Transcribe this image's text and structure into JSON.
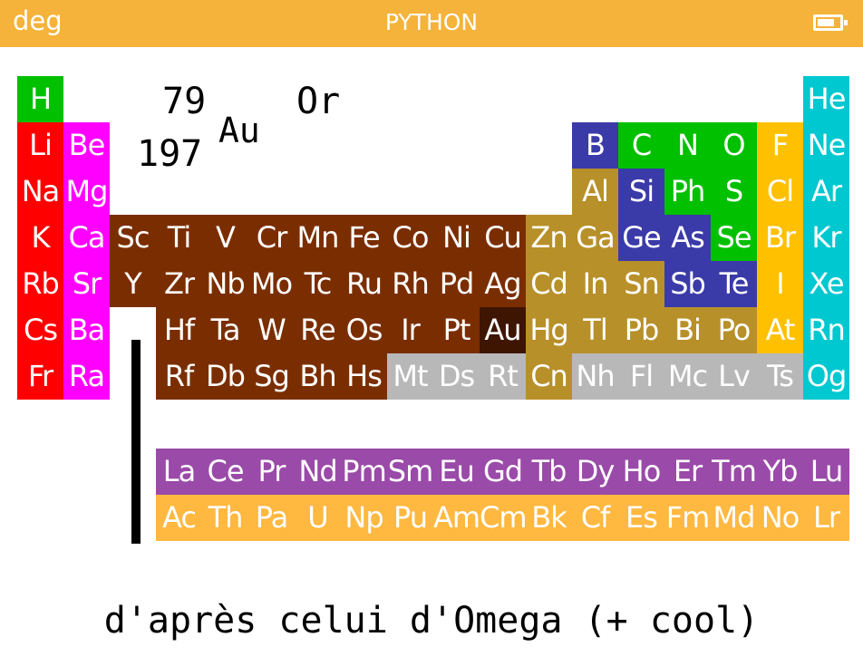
{
  "status_bar": {
    "mode": "deg",
    "title": "PYTHON"
  },
  "colors": {
    "top_bar": "#f5b33b",
    "alkali": "#ff0000",
    "alkaline_earth": "#ff00ff",
    "transition": "#7a2e00",
    "post_transition": "#b8902a",
    "metalloid": "#3a3aa8",
    "nonmetal": "#00c000",
    "halogen": "#ffc000",
    "noble_gas": "#00c8d0",
    "unknown": "#b8b8b8",
    "lanthanide": "#9a4aa8",
    "actinide": "#ffb840",
    "selected": "#3d1500"
  },
  "selected_element": {
    "number": "79",
    "mass": "197",
    "symbol": "Au",
    "name": "Or"
  },
  "elements": [
    {
      "sym": "H",
      "cat": "nonmetal",
      "row": 0,
      "col": 0
    },
    {
      "sym": "He",
      "cat": "noble_gas",
      "row": 0,
      "col": 17
    },
    {
      "sym": "Li",
      "cat": "alkali",
      "row": 1,
      "col": 0
    },
    {
      "sym": "Be",
      "cat": "alkaline_earth",
      "row": 1,
      "col": 1
    },
    {
      "sym": "B",
      "cat": "metalloid",
      "row": 1,
      "col": 12
    },
    {
      "sym": "C",
      "cat": "nonmetal",
      "row": 1,
      "col": 13
    },
    {
      "sym": "N",
      "cat": "nonmetal",
      "row": 1,
      "col": 14
    },
    {
      "sym": "O",
      "cat": "nonmetal",
      "row": 1,
      "col": 15
    },
    {
      "sym": "F",
      "cat": "halogen",
      "row": 1,
      "col": 16
    },
    {
      "sym": "Ne",
      "cat": "noble_gas",
      "row": 1,
      "col": 17
    },
    {
      "sym": "Na",
      "cat": "alkali",
      "row": 2,
      "col": 0
    },
    {
      "sym": "Mg",
      "cat": "alkaline_earth",
      "row": 2,
      "col": 1
    },
    {
      "sym": "Al",
      "cat": "post_transition",
      "row": 2,
      "col": 12
    },
    {
      "sym": "Si",
      "cat": "metalloid",
      "row": 2,
      "col": 13
    },
    {
      "sym": "Ph",
      "cat": "nonmetal",
      "row": 2,
      "col": 14
    },
    {
      "sym": "S",
      "cat": "nonmetal",
      "row": 2,
      "col": 15
    },
    {
      "sym": "Cl",
      "cat": "halogen",
      "row": 2,
      "col": 16
    },
    {
      "sym": "Ar",
      "cat": "noble_gas",
      "row": 2,
      "col": 17
    },
    {
      "sym": "K",
      "cat": "alkali",
      "row": 3,
      "col": 0
    },
    {
      "sym": "Ca",
      "cat": "alkaline_earth",
      "row": 3,
      "col": 1
    },
    {
      "sym": "Sc",
      "cat": "transition",
      "row": 3,
      "col": 2
    },
    {
      "sym": "Ti",
      "cat": "transition",
      "row": 3,
      "col": 3
    },
    {
      "sym": "V",
      "cat": "transition",
      "row": 3,
      "col": 4
    },
    {
      "sym": "Cr",
      "cat": "transition",
      "row": 3,
      "col": 5
    },
    {
      "sym": "Mn",
      "cat": "transition",
      "row": 3,
      "col": 6
    },
    {
      "sym": "Fe",
      "cat": "transition",
      "row": 3,
      "col": 7
    },
    {
      "sym": "Co",
      "cat": "transition",
      "row": 3,
      "col": 8
    },
    {
      "sym": "Ni",
      "cat": "transition",
      "row": 3,
      "col": 9
    },
    {
      "sym": "Cu",
      "cat": "transition",
      "row": 3,
      "col": 10
    },
    {
      "sym": "Zn",
      "cat": "post_transition",
      "row": 3,
      "col": 11
    },
    {
      "sym": "Ga",
      "cat": "post_transition",
      "row": 3,
      "col": 12
    },
    {
      "sym": "Ge",
      "cat": "metalloid",
      "row": 3,
      "col": 13
    },
    {
      "sym": "As",
      "cat": "metalloid",
      "row": 3,
      "col": 14
    },
    {
      "sym": "Se",
      "cat": "nonmetal",
      "row": 3,
      "col": 15
    },
    {
      "sym": "Br",
      "cat": "halogen",
      "row": 3,
      "col": 16
    },
    {
      "sym": "Kr",
      "cat": "noble_gas",
      "row": 3,
      "col": 17
    },
    {
      "sym": "Rb",
      "cat": "alkali",
      "row": 4,
      "col": 0
    },
    {
      "sym": "Sr",
      "cat": "alkaline_earth",
      "row": 4,
      "col": 1
    },
    {
      "sym": "Y",
      "cat": "transition",
      "row": 4,
      "col": 2
    },
    {
      "sym": "Zr",
      "cat": "transition",
      "row": 4,
      "col": 3
    },
    {
      "sym": "Nb",
      "cat": "transition",
      "row": 4,
      "col": 4
    },
    {
      "sym": "Mo",
      "cat": "transition",
      "row": 4,
      "col": 5
    },
    {
      "sym": "Tc",
      "cat": "transition",
      "row": 4,
      "col": 6
    },
    {
      "sym": "Ru",
      "cat": "transition",
      "row": 4,
      "col": 7
    },
    {
      "sym": "Rh",
      "cat": "transition",
      "row": 4,
      "col": 8
    },
    {
      "sym": "Pd",
      "cat": "transition",
      "row": 4,
      "col": 9
    },
    {
      "sym": "Ag",
      "cat": "transition",
      "row": 4,
      "col": 10
    },
    {
      "sym": "Cd",
      "cat": "post_transition",
      "row": 4,
      "col": 11
    },
    {
      "sym": "In",
      "cat": "post_transition",
      "row": 4,
      "col": 12
    },
    {
      "sym": "Sn",
      "cat": "post_transition",
      "row": 4,
      "col": 13
    },
    {
      "sym": "Sb",
      "cat": "metalloid",
      "row": 4,
      "col": 14
    },
    {
      "sym": "Te",
      "cat": "metalloid",
      "row": 4,
      "col": 15
    },
    {
      "sym": "I",
      "cat": "halogen",
      "row": 4,
      "col": 16
    },
    {
      "sym": "Xe",
      "cat": "noble_gas",
      "row": 4,
      "col": 17
    },
    {
      "sym": "Cs",
      "cat": "alkali",
      "row": 5,
      "col": 0
    },
    {
      "sym": "Ba",
      "cat": "alkaline_earth",
      "row": 5,
      "col": 1
    },
    {
      "sym": "Hf",
      "cat": "transition",
      "row": 5,
      "col": 3
    },
    {
      "sym": "Ta",
      "cat": "transition",
      "row": 5,
      "col": 4
    },
    {
      "sym": "W",
      "cat": "transition",
      "row": 5,
      "col": 5
    },
    {
      "sym": "Re",
      "cat": "transition",
      "row": 5,
      "col": 6
    },
    {
      "sym": "Os",
      "cat": "transition",
      "row": 5,
      "col": 7
    },
    {
      "sym": "Ir",
      "cat": "transition",
      "row": 5,
      "col": 8
    },
    {
      "sym": "Pt",
      "cat": "transition",
      "row": 5,
      "col": 9
    },
    {
      "sym": "Au",
      "cat": "selected",
      "row": 5,
      "col": 10
    },
    {
      "sym": "Hg",
      "cat": "post_transition",
      "row": 5,
      "col": 11
    },
    {
      "sym": "Tl",
      "cat": "post_transition",
      "row": 5,
      "col": 12
    },
    {
      "sym": "Pb",
      "cat": "post_transition",
      "row": 5,
      "col": 13
    },
    {
      "sym": "Bi",
      "cat": "post_transition",
      "row": 5,
      "col": 14
    },
    {
      "sym": "Po",
      "cat": "post_transition",
      "row": 5,
      "col": 15
    },
    {
      "sym": "At",
      "cat": "halogen",
      "row": 5,
      "col": 16
    },
    {
      "sym": "Rn",
      "cat": "noble_gas",
      "row": 5,
      "col": 17
    },
    {
      "sym": "Fr",
      "cat": "alkali",
      "row": 6,
      "col": 0
    },
    {
      "sym": "Ra",
      "cat": "alkaline_earth",
      "row": 6,
      "col": 1
    },
    {
      "sym": "Rf",
      "cat": "transition",
      "row": 6,
      "col": 3
    },
    {
      "sym": "Db",
      "cat": "transition",
      "row": 6,
      "col": 4
    },
    {
      "sym": "Sg",
      "cat": "transition",
      "row": 6,
      "col": 5
    },
    {
      "sym": "Bh",
      "cat": "transition",
      "row": 6,
      "col": 6
    },
    {
      "sym": "Hs",
      "cat": "transition",
      "row": 6,
      "col": 7
    },
    {
      "sym": "Mt",
      "cat": "unknown",
      "row": 6,
      "col": 8
    },
    {
      "sym": "Ds",
      "cat": "unknown",
      "row": 6,
      "col": 9
    },
    {
      "sym": "Rt",
      "cat": "unknown",
      "row": 6,
      "col": 10
    },
    {
      "sym": "Cn",
      "cat": "post_transition",
      "row": 6,
      "col": 11
    },
    {
      "sym": "Nh",
      "cat": "unknown",
      "row": 6,
      "col": 12
    },
    {
      "sym": "Fl",
      "cat": "unknown",
      "row": 6,
      "col": 13
    },
    {
      "sym": "Mc",
      "cat": "unknown",
      "row": 6,
      "col": 14
    },
    {
      "sym": "Lv",
      "cat": "unknown",
      "row": 6,
      "col": 15
    },
    {
      "sym": "Ts",
      "cat": "unknown",
      "row": 6,
      "col": 16
    },
    {
      "sym": "Og",
      "cat": "noble_gas",
      "row": 6,
      "col": 17
    },
    {
      "sym": "La",
      "cat": "lanthanide",
      "row": 8,
      "col": 3
    },
    {
      "sym": "Ce",
      "cat": "lanthanide",
      "row": 8,
      "col": 4
    },
    {
      "sym": "Pr",
      "cat": "lanthanide",
      "row": 8,
      "col": 5
    },
    {
      "sym": "Nd",
      "cat": "lanthanide",
      "row": 8,
      "col": 6
    },
    {
      "sym": "Pm",
      "cat": "lanthanide",
      "row": 8,
      "col": 7
    },
    {
      "sym": "Sm",
      "cat": "lanthanide",
      "row": 8,
      "col": 8
    },
    {
      "sym": "Eu",
      "cat": "lanthanide",
      "row": 8,
      "col": 9
    },
    {
      "sym": "Gd",
      "cat": "lanthanide",
      "row": 8,
      "col": 10
    },
    {
      "sym": "Tb",
      "cat": "lanthanide",
      "row": 8,
      "col": 11
    },
    {
      "sym": "Dy",
      "cat": "lanthanide",
      "row": 8,
      "col": 12
    },
    {
      "sym": "Ho",
      "cat": "lanthanide",
      "row": 8,
      "col": 13
    },
    {
      "sym": "Er",
      "cat": "lanthanide",
      "row": 8,
      "col": 14
    },
    {
      "sym": "Tm",
      "cat": "lanthanide",
      "row": 8,
      "col": 15
    },
    {
      "sym": "Yb",
      "cat": "lanthanide",
      "row": 8,
      "col": 16
    },
    {
      "sym": "Lu",
      "cat": "lanthanide",
      "row": 8,
      "col": 17
    },
    {
      "sym": "Ac",
      "cat": "actinide",
      "row": 9,
      "col": 3
    },
    {
      "sym": "Th",
      "cat": "actinide",
      "row": 9,
      "col": 4
    },
    {
      "sym": "Pa",
      "cat": "actinide",
      "row": 9,
      "col": 5
    },
    {
      "sym": "U",
      "cat": "actinide",
      "row": 9,
      "col": 6
    },
    {
      "sym": "Np",
      "cat": "actinide",
      "row": 9,
      "col": 7
    },
    {
      "sym": "Pu",
      "cat": "actinide",
      "row": 9,
      "col": 8
    },
    {
      "sym": "Am",
      "cat": "actinide",
      "row": 9,
      "col": 9
    },
    {
      "sym": "Cm",
      "cat": "actinide",
      "row": 9,
      "col": 10
    },
    {
      "sym": "Bk",
      "cat": "actinide",
      "row": 9,
      "col": 11
    },
    {
      "sym": "Cf",
      "cat": "actinide",
      "row": 9,
      "col": 12
    },
    {
      "sym": "Es",
      "cat": "actinide",
      "row": 9,
      "col": 13
    },
    {
      "sym": "Fm",
      "cat": "actinide",
      "row": 9,
      "col": 14
    },
    {
      "sym": "Md",
      "cat": "actinide",
      "row": 9,
      "col": 15
    },
    {
      "sym": "No",
      "cat": "actinide",
      "row": 9,
      "col": 16
    },
    {
      "sym": "Lr",
      "cat": "actinide",
      "row": 9,
      "col": 17
    }
  ],
  "footer_text": "d'après celui d'Omega (+ cool)"
}
